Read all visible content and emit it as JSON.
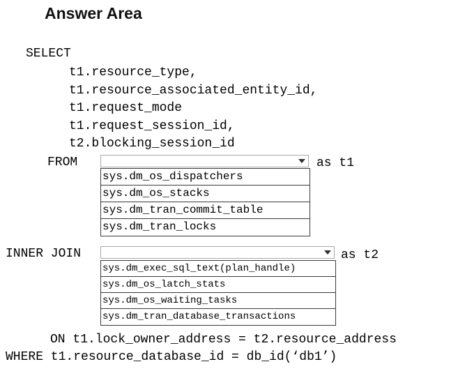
{
  "title": "Answer Area",
  "query": {
    "select_kw": "SELECT",
    "columns": [
      "t1.resource_type,",
      "t1.resource_associated_entity_id,",
      "t1.request_mode",
      "t1.request_session_id,",
      "t2.blocking_session_id"
    ],
    "from_kw": "FROM",
    "from_alias": "as t1",
    "join_kw": "INNER JOIN",
    "join_alias": "as t2",
    "on_clause": "ON t1.lock_owner_address = t2.resource_address",
    "where_clause": "WHERE t1.resource_database_id = db_id(‘db1’)"
  },
  "from_dropdown": {
    "selected": "",
    "options": [
      "sys.dm_os_dispatchers",
      "sys.dm_os_stacks",
      "sys.dm_tran_commit_table",
      "sys.dm_tran_locks"
    ]
  },
  "join_dropdown": {
    "selected": "",
    "options": [
      "sys.dm_exec_sql_text(plan_handle)",
      "sys.dm_os_latch_stats",
      "sys.dm_os_waiting_tasks",
      "sys.dm_tran_database_transactions"
    ]
  },
  "icons": {
    "dropdown_arrow": "chevron-down-icon"
  }
}
